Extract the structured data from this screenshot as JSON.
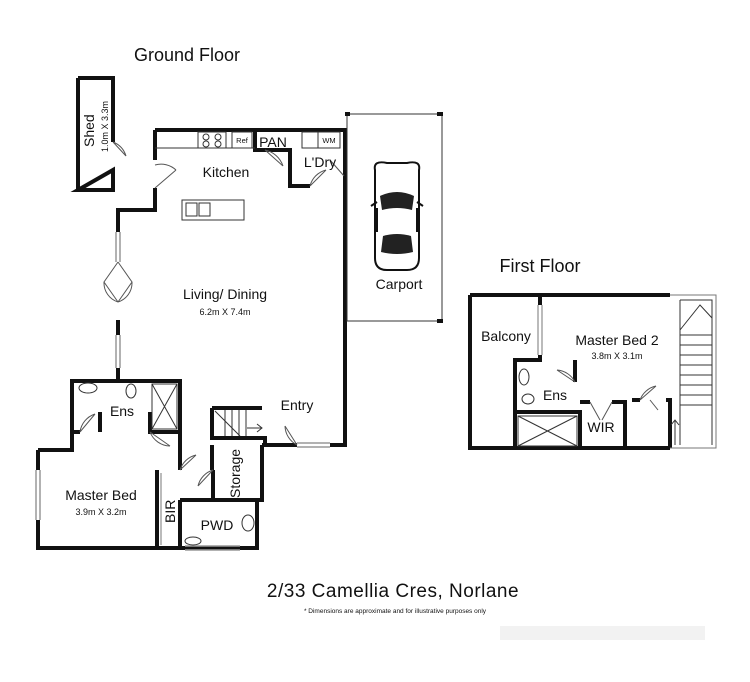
{
  "floors": {
    "ground": "Ground Floor",
    "first": "First Floor"
  },
  "rooms": {
    "shed": "Shed",
    "shed_dim": "1.0m X 3.3m",
    "kitchen": "Kitchen",
    "pantry": "PAN",
    "laundry": "L'Dry",
    "living": "Living/ Dining",
    "living_dim": "6.2m X 7.4m",
    "carport": "Carport",
    "entry": "Entry",
    "ens_ground": "Ens",
    "master_bed": "Master Bed",
    "master_bed_dim": "3.9m X 3.2m",
    "bir": "BIR",
    "storage": "Storage",
    "pwd": "PWD",
    "balcony": "Balcony",
    "master_bed2": "Master Bed 2",
    "master_bed2_dim": "3.8m X 3.1m",
    "ens_first": "Ens",
    "wir": "WIR"
  },
  "fixtures": {
    "fridge": "Ref",
    "washing_machine": "WM"
  },
  "address": "2/33 Camellia Cres, Norlane",
  "disclaimer": "* Dimensions are approximate and for illustrative purposes only"
}
